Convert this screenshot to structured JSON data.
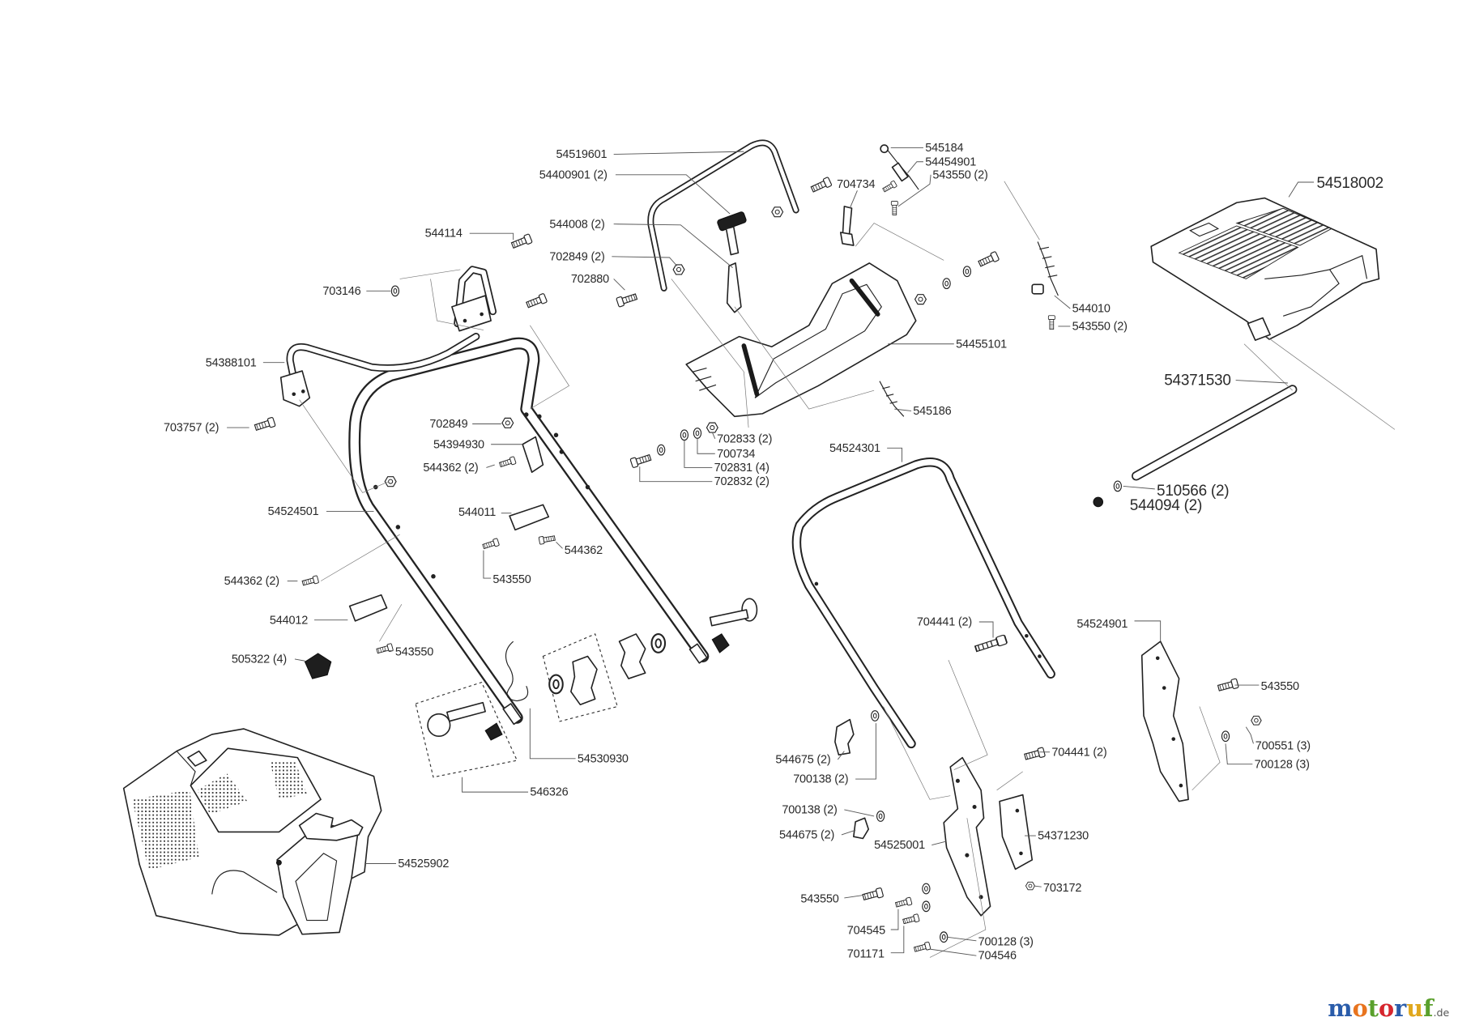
{
  "labels": [
    "54519601",
    "54400901 (2)",
    "544008 (2)",
    "702849 (2)",
    "702880",
    "544114",
    "703146",
    "54388101",
    "703757 (2)",
    "702849",
    "54394930",
    "544362 (2)",
    "54524501",
    "544011",
    "544362",
    "543550",
    "544362 (2)",
    "544012",
    "543550",
    "505322 (4)",
    "54530930",
    "546326",
    "54525902",
    "545184",
    "54454901",
    "543550 (2)",
    "704734",
    "544010",
    "543550 (2)",
    "54455101",
    "545186",
    "702833 (2)",
    "700734",
    "702831 (4)",
    "702832 (2)",
    "54524301",
    "54518002",
    "54371530",
    "510566 (2)",
    "544094 (2)",
    "54524901",
    "704441 (2)",
    "543550",
    "704441 (2)",
    "700551 (3)",
    "544675 (2)",
    "700128 (3)",
    "700138 (2)",
    "700138 (2)",
    "544675 (2)",
    "54525001",
    "54371230",
    "703172",
    "543550",
    "704545",
    "700128 (3)",
    "701171",
    "704546"
  ],
  "logo": {
    "letters": [
      "m",
      "o",
      "t",
      "o",
      "r",
      "u",
      "f"
    ],
    "suffix": ".de",
    "colors": [
      "#2a5caa",
      "#e8741e",
      "#5aa02c",
      "#d6262e",
      "#2a5caa",
      "#e0a81e",
      "#5aa02c"
    ]
  }
}
